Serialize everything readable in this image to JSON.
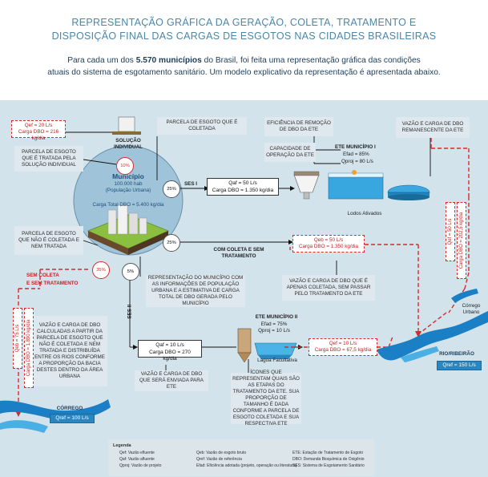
{
  "header": {
    "title_line1": "REPRESENTAÇÃO GRÁFICA DA GERAÇÃO, COLETA, TRATAMENTO E",
    "title_line2": "DISPOSIÇÃO FINAL DAS CARGAS DE ESGOTOS NAS CIDADES BRASILEIRAS",
    "intro_a": "Para cada um dos ",
    "intro_b": "5.570 municípios",
    "intro_c": " do Brasil, foi feita uma representação gráfica das condições",
    "intro_line2": "atuais do sistema de esgotamento sanitário. Um modelo explicativo da representação é apresentada abaixo."
  },
  "diagram": {
    "flow_si": "Qef = 20 L/s",
    "load_si": "Carga DBO = 216 kg/dia",
    "solucao_individual": "SOLUÇÃO INDIVIDUAL",
    "parcela_si": "PARCELA DE ESGOTO QUE É TRATADA PELA SOLUÇÃO INDIVIDUAL",
    "parcela_coletada": "PARCELA DE ESGOTO QUE É COLETADA",
    "eficiencia": "EFICIÊNCIA DE REMOÇÃO DE DBO DA ETE",
    "capacidade": "CAPACIDADE DE OPERAÇÃO DA ETE",
    "vazao_remanescente": "VAZÃO E CARGA DE DBO REMANESCENTE DA ETE",
    "ete1_name": "ETE MUNICÍPIO I",
    "ete1_efad": "Efad = 85%",
    "ete1_qproj": "Qproj = 80 L/s",
    "municipio": "Município",
    "hab": "100.000 hab",
    "pop": "(População Urbana)",
    "carga_total": "Carga Total DBO = 5.400 kg/dia",
    "pct_si": "10%",
    "pct_sesi": "25%",
    "pct_coleta": "25%",
    "pct_sem": "35%",
    "pct_sesii": "5%",
    "ses1": "SES I",
    "ses1_q": "Qaf = 50 L/s",
    "ses1_c": "Carga DBO = 1.350 kg/dia",
    "lodos": "Lodos Ativados",
    "parcela_nao": "PARCELA DE ESGOTO QUE NÃO É COLETADA E NEM TRATADA",
    "com_coleta": "COM COLETA E SEM TRATAMENTO",
    "qeb_q": "Qeb = 50 L/s",
    "qeb_c": "Carga DBO = 1.350 kg/dia",
    "vazao_apenas": "VAZÃO E CARGA DE DBO QUE É APENAS COLETADA, SEM PASSAR PELO TRATAMENTO DA ETE",
    "representacao": "REPRESENTAÇÃO DO MUNICÍPIO COM AS INFORMAÇÕES DE POPULAÇÃO URBANA E A ESTIMATIVA DE CARGA TOTAL DE DBO GERADA PELO MUNICÍPIO",
    "sem_coleta": "SEM COLETA",
    "sem_tratamento": "E SEM TRATAMENTO",
    "ses2": "SES II",
    "ete2_name": "ETE MUNICÍPIO II",
    "ete2_efad": "Efad = 75%",
    "ete2_qproj": "Qproj = 10 L/s",
    "lagoa": "Lagoa Facultativa",
    "ses2_q": "Qaf = 10 L/s",
    "ses2_c": "Carga DBO = 270 kg/dia",
    "ses2_out_q": "Qef = 10 L/s",
    "ses2_out_c": "Carga DBO = 67,5 kg/dia",
    "vazao_enviada": "VAZÃO E CARGA DE DBO QUE SERÁ ENVIADA PARA ETE",
    "icones": "ÍCONES QUE REPRESENTAM QUAIS SÃO AS ETAPAS DO TRATAMENTO DA ETE. SUA PROPORÇÃO DE TAMANHO É DADA CONFORME A PARCELA DE ESGOTO COLETADA E SUA RESPECTIVA ETE",
    "vazao_calc": "VAZÃO E CARGA DE DBO CALCULADAS A PARTIR DA PARCELA DE ESGOTO QUE NÃO É COLETADA E NEM TRATADA E DISTRIBUÍDA ENTRE OS RIOS CONFORME A PROPORÇÃO DA BACIA DESTES DENTRO DA ÁREA URBANA",
    "left_v1": "Qeb = 75 L/s",
    "left_v2": "Carga DBO = 1.890 kg/dia",
    "right_v1": "Qef = 50 L/s",
    "right_v2": "Carga DBO = 202,5 kg/dia",
    "corrego_urbano": "Córrego Urbano",
    "rio": "RIO/RIBEIRÃO",
    "rio_flow": "Qref = 150 L/s",
    "corrego": "CÓRREGO",
    "corrego_flow": "Qref = 100 L/s"
  },
  "legend": {
    "title": "Legenda",
    "c1": [
      "Qef: Vazão efluente",
      "Qaf: Vazão afluente",
      "Qproj: Vazão de projeto"
    ],
    "c2": [
      "Qeb: Vazão de esgoto bruto",
      "Qref: Vazão de referência",
      "Efad: Eficiência adotada (projeto, operação ou literatura)"
    ],
    "c3": [
      "ETE: Estação de Tratamento de Esgoto",
      "DBO: Demanda Bioquímica de Oxigênio",
      "SES: Sistema de Esgotamento Sanitário"
    ]
  },
  "colors": {
    "title": "#4a87a8",
    "panel": "#d2e3ec",
    "red": "#d52b2b",
    "water": "#1a7fc4"
  }
}
